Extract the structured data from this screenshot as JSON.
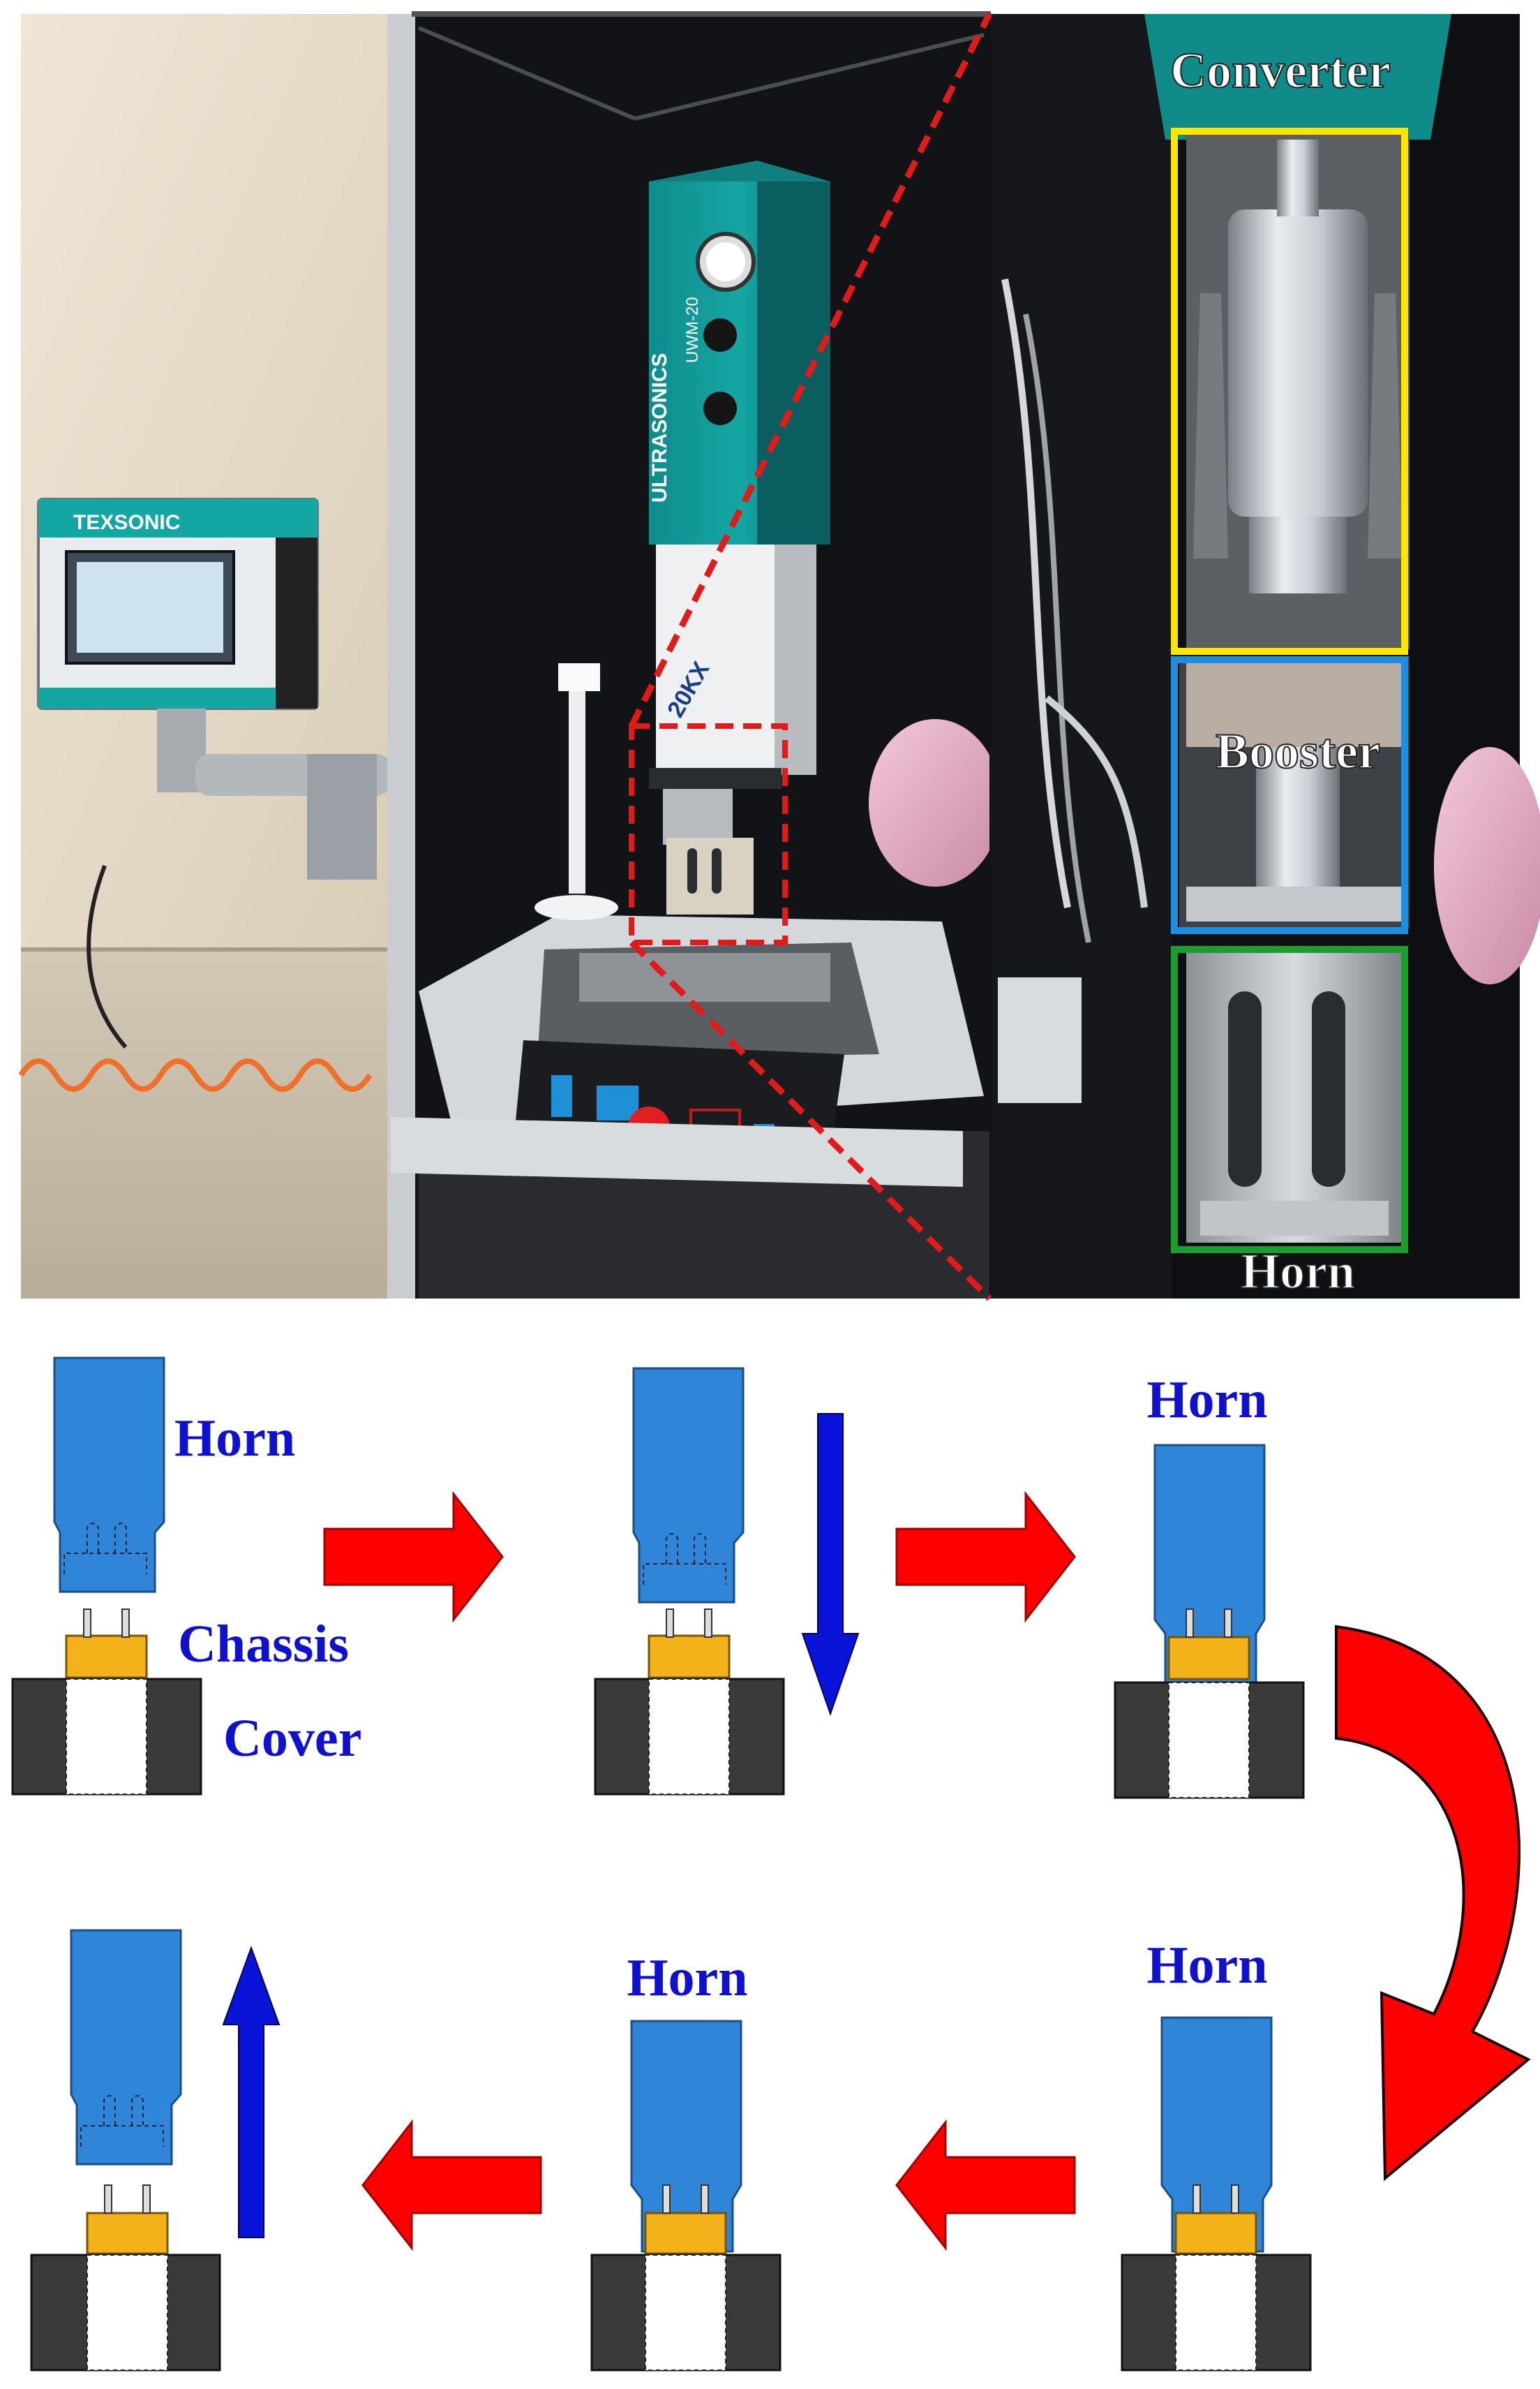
{
  "photo": {
    "controller_brand": "TEXSONIC",
    "machine_brand": "ULTRASONICS",
    "machine_model": "UWM-20",
    "machine_badge": "20KX",
    "inset_labels": {
      "converter": "Converter",
      "booster": "Booster",
      "horn": "Horn"
    },
    "frame_colors": {
      "converter": "#ffe600",
      "booster": "#1e8fe0",
      "horn": "#1a9e2e",
      "zoom_lines": "#e11a1a"
    }
  },
  "diagram": {
    "labels": {
      "horn": "Horn",
      "chassis": "Chassis",
      "cover": "Cover"
    },
    "colors": {
      "horn": "#2f86d8",
      "chassis": "#f3b21a",
      "cover": "#3a3a3a",
      "arrow_red": "#ff0000",
      "arrow_blue": "#0a14d8",
      "label": "#1010d0"
    },
    "steps": [
      {
        "id": 1,
        "stage": "separated",
        "show_label_set": "full"
      },
      {
        "id": 2,
        "stage": "approaching",
        "motion": "down"
      },
      {
        "id": 3,
        "stage": "pressed",
        "show_horn_label": true
      },
      {
        "id": 4,
        "stage": "pressed",
        "show_horn_label": true
      },
      {
        "id": 5,
        "stage": "pressed",
        "show_horn_label": true
      },
      {
        "id": 6,
        "stage": "released",
        "motion": "up"
      }
    ]
  }
}
